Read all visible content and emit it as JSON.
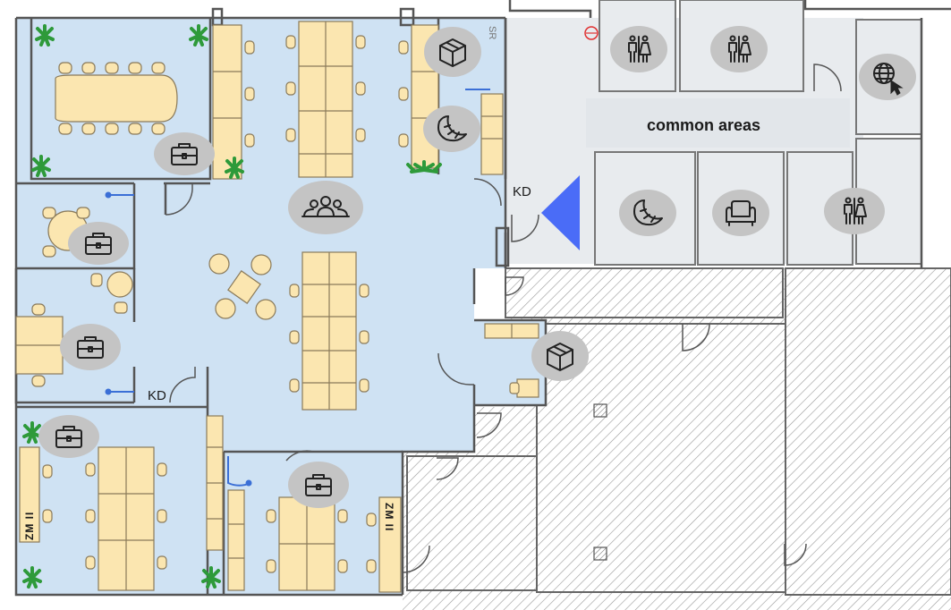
{
  "labels": {
    "common_areas": "common areas",
    "kd_corridor": "KD",
    "kd_lower": "KD",
    "sr": "SR",
    "zm_left": "ZM II",
    "zm_right": "ZM II"
  },
  "colors": {
    "office_blue": "#cfe2f3",
    "desk_yellow": "#fbe6b0",
    "common_grey": "#e8ebee",
    "wall": "#555555",
    "door_blue": "#3b6fd6",
    "entrance_arrow": "#4a6cf7",
    "icon_badge": "#c4c4c4",
    "plant_green": "#2e9a3a"
  },
  "icons": [
    "meeting-room-briefcase-icon",
    "office-briefcase-icon",
    "team-people-icon",
    "storage-box-icon",
    "kitchen-croissant-icon",
    "toilets-icon",
    "network-globe-icon",
    "lounge-armchair-icon",
    "entrance-arrow-icon"
  ]
}
